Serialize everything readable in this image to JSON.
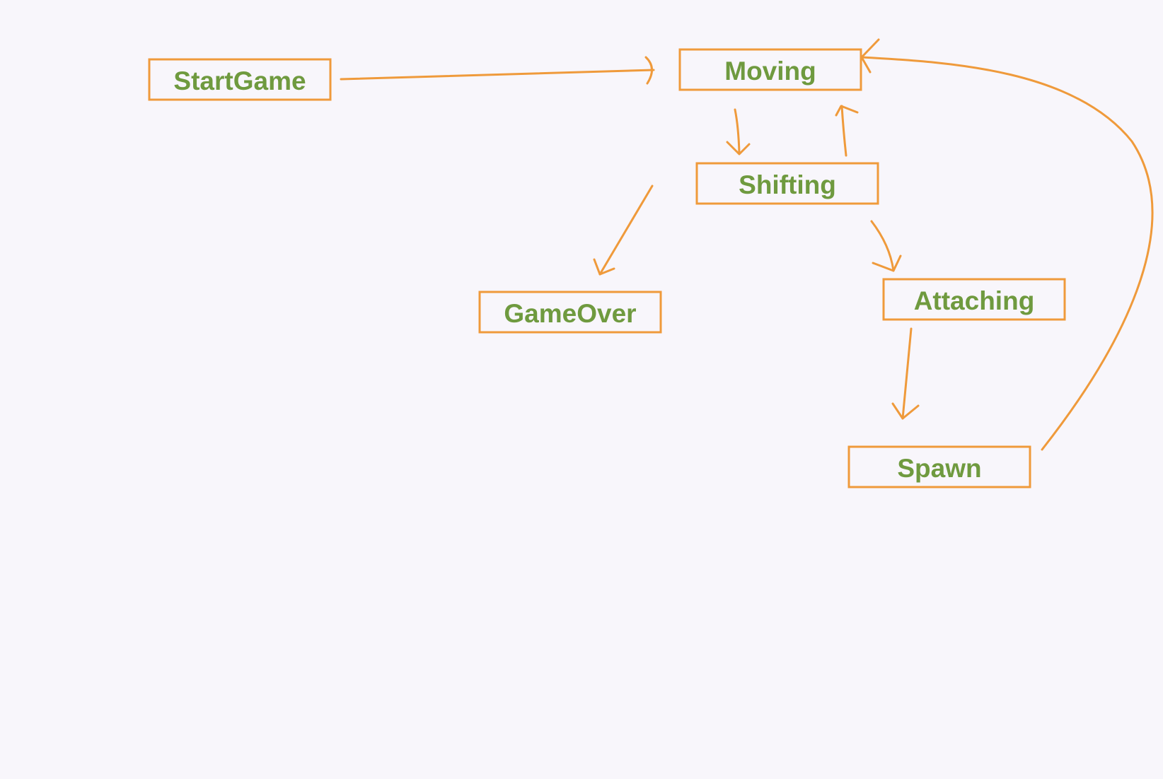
{
  "diagram": {
    "type": "state-machine",
    "colors": {
      "box_stroke": "#ef9a3b",
      "label_text": "#6f9a3f",
      "edge_stroke": "#ef9a3b",
      "background": "#f8f6fb"
    },
    "states": {
      "start_game": "StartGame",
      "moving": "Moving",
      "shifting": "Shifting",
      "game_over": "GameOver",
      "attaching": "Attaching",
      "spawn": "Spawn"
    },
    "transitions": [
      {
        "from": "StartGame",
        "to": "Moving"
      },
      {
        "from": "Moving",
        "to": "Shifting"
      },
      {
        "from": "Shifting",
        "to": "Moving"
      },
      {
        "from": "Shifting",
        "to": "GameOver"
      },
      {
        "from": "Shifting",
        "to": "Attaching"
      },
      {
        "from": "Attaching",
        "to": "Spawn"
      },
      {
        "from": "Spawn",
        "to": "Moving"
      }
    ]
  }
}
